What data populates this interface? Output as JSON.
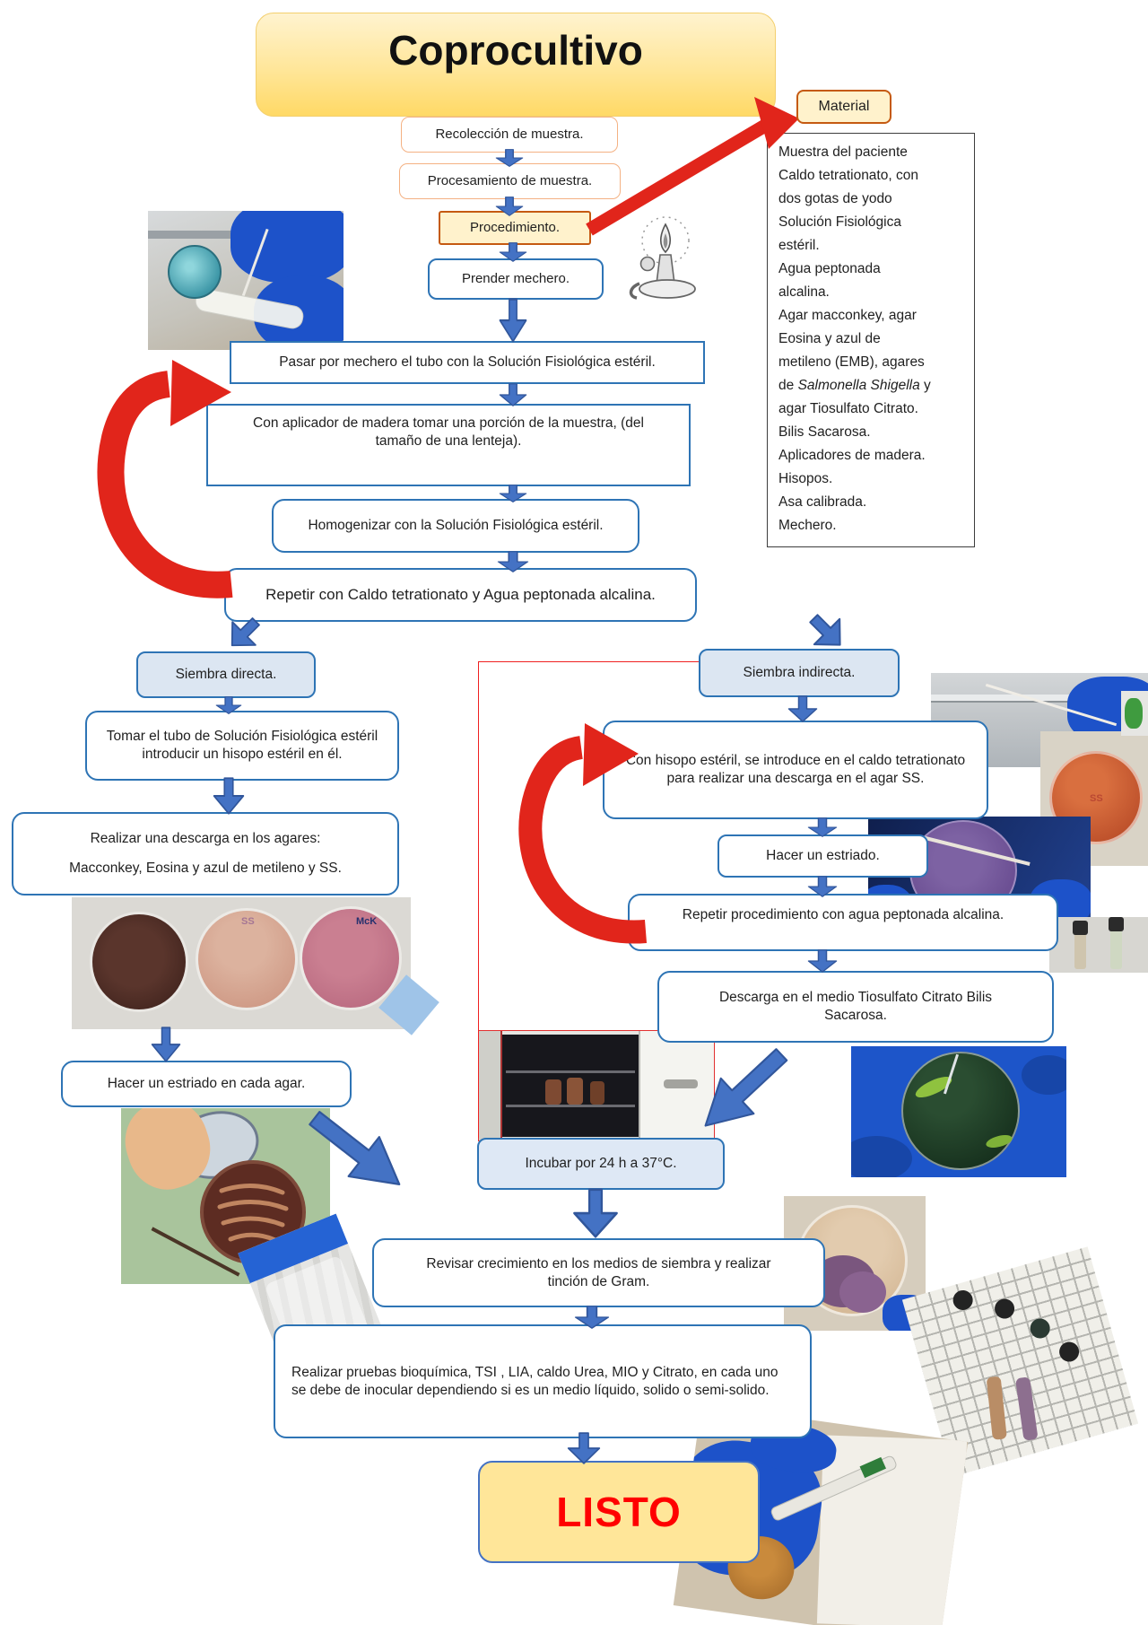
{
  "title": "Coprocultivo",
  "material": {
    "button_label": "Material",
    "lines": [
      "Muestra del paciente",
      "Caldo tetrationato, con",
      "dos gotas de yodo",
      "Solución Fisiológica",
      "estéril.",
      "Agua peptonada",
      "alcalina.",
      "Agar macconkey, agar",
      "Eosina y azul de",
      "metileno (EMB), agares",
      "de *Salmonella Shigella* y",
      "agar Tiosulfato Citrato.",
      "Bilis Sacarosa.",
      "Aplicadores de madera.",
      "Hisopos.",
      "Asa calibrada.",
      "Mechero."
    ]
  },
  "flow": {
    "recoleccion": "Recolección de muestra.",
    "procesamiento": "Procesamiento de muestra.",
    "procedimiento": "Procedimiento.",
    "prender_mechero": "Prender mechero.",
    "pasar_mechero": "Pasar por mechero el tubo con la Solución Fisiológica estéril.",
    "aplicador": "Con aplicador de madera tomar una porción de la muestra, (del tamaño de una lenteja).",
    "homogenizar": "Homogenizar con la Solución Fisiológica estéril.",
    "repetir_caldo": "Repetir con Caldo tetrationato y Agua peptonada alcalina."
  },
  "siembra_directa": {
    "label": "Siembra directa.",
    "tomar_tubo": "Tomar el tubo de Solución Fisiológica estéril introducir un hisopo estéril en él.",
    "descarga_line1": "Realizar una descarga en los agares:",
    "descarga_line2": "Macconkey, Eosina y azul de metileno y SS.",
    "estriado": "Hacer un estriado en cada agar."
  },
  "siembra_indirecta": {
    "label": "Siembra indirecta.",
    "con_hisopo": "Con hisopo estéril, se introduce en el caldo tetrationato para realizar una descarga en el agar SS.",
    "estriado": "Hacer un estriado.",
    "repetir_agua": "Repetir procedimiento con agua peptonada alcalina.",
    "descarga_tcbs": "Descarga en el medio Tiosulfato Citrato Bilis Sacarosa."
  },
  "final": {
    "incubar": "Incubar por 24 h a 37°C.",
    "revisar": "Revisar crecimiento en los medios de siembra y realizar tinción de Gram.",
    "pruebas": "Realizar pruebas bioquímica, TSI , LIA, caldo Urea, MIO y Citrato, en cada uno se debe de inocular dependiendo si es un medio líquido, solido o semi-solido.",
    "listo": "LISTO"
  },
  "photo_labels": {
    "mck": "McK",
    "ss": "SS"
  },
  "colors": {
    "arrow_blue": "#4472C4",
    "box_border_blue": "#2E74B5",
    "accent_red": "#E1251B",
    "listo_red": "#FF0000",
    "yellow_fill": "#FFE699",
    "pale_yellow_fill": "#FFF2CC",
    "orange_border": "#C55A11",
    "light_orange_border": "#F4B183",
    "light_blue_fill": "#DCE6F2"
  }
}
